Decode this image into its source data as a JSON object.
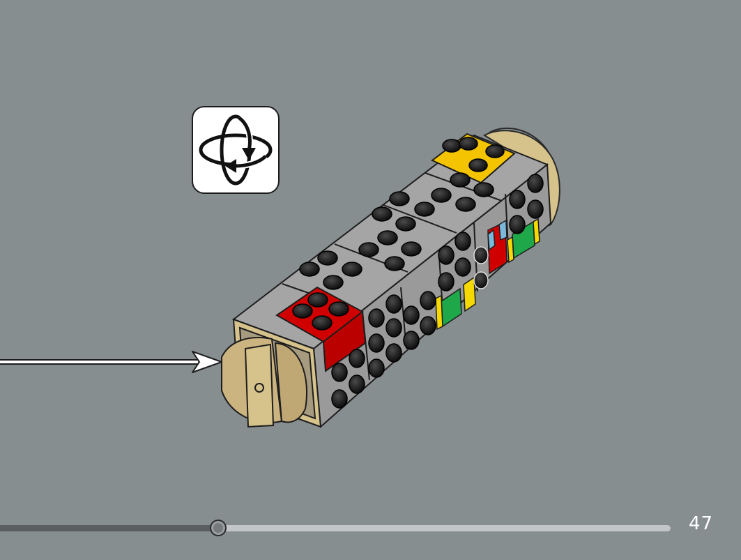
{
  "instructions": {
    "step_illustration": "lego-cylinder-assembly",
    "callout": {
      "icon": "rotate-model-icon"
    },
    "pointer": {
      "icon": "arrow-right-icon"
    }
  },
  "navigation": {
    "page_number": "47",
    "progress": 0.325
  },
  "colors": {
    "background": "#878e90",
    "brick_gray": "#a5a5a5",
    "brick_red": "#d10000",
    "brick_yellow": "#f5c400",
    "brick_tan": "#d6c28b",
    "stud_black": "#141414",
    "accent_green": "#1fa84a",
    "accent_blue": "#7ab8dc",
    "track": "#c3c6c7",
    "fill": "#5b5e5f"
  }
}
